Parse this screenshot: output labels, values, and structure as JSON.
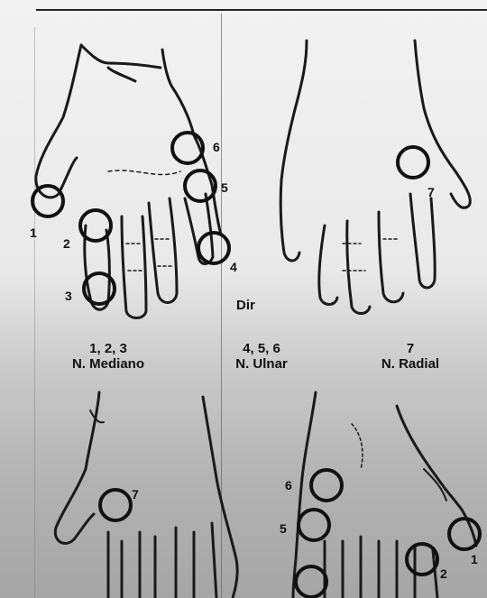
{
  "hand_label_dir": "Dir",
  "captions": [
    {
      "points": "1, 2, 3",
      "nerve": "N. Mediano"
    },
    {
      "points": "4, 5, 6",
      "nerve": "N. Ulnar"
    },
    {
      "points": "7",
      "nerve": "N. Radial"
    }
  ],
  "point_labels": {
    "p1": "1",
    "p2": "2",
    "p3": "3",
    "p4": "4",
    "p5": "5",
    "p6": "6",
    "p7": "7",
    "l7": "7",
    "b1": "1",
    "b2": "2",
    "b5": "5",
    "b6": "6"
  }
}
